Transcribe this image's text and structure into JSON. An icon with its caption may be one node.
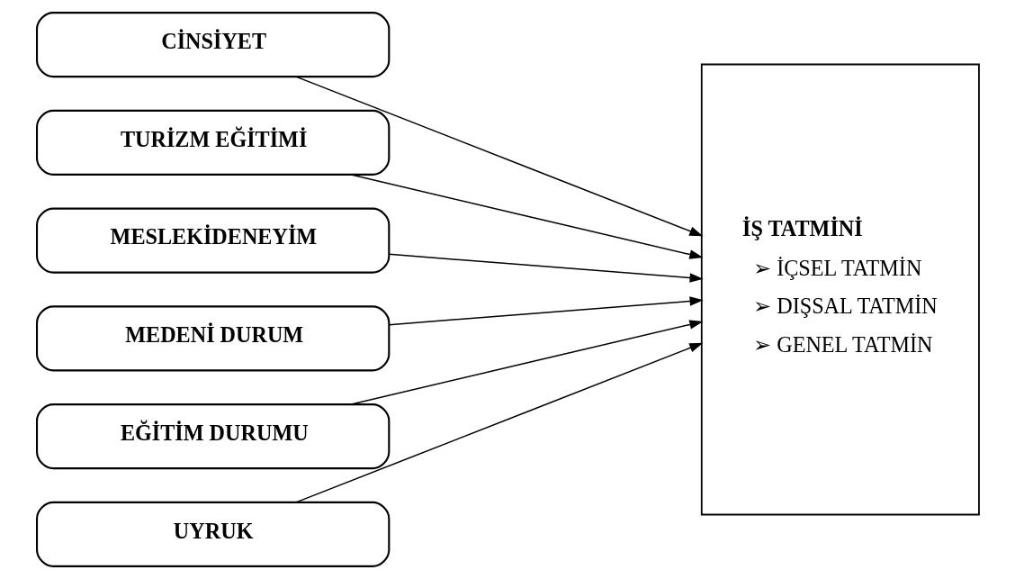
{
  "diagram": {
    "nodes": [
      {
        "text": [
          "CİNSİYET"
        ]
      },
      {
        "text": [
          "TURİZM EĞİTİMİ"
        ]
      },
      {
        "text": [
          "MESLEKİDENEYİM"
        ]
      },
      {
        "text": [
          "MEDENİ DURUM"
        ]
      },
      {
        "text": [
          "EĞİTİM DURUMU"
        ]
      },
      {
        "text": [
          "UYRUK"
        ]
      },
      {
        "text": [
          "İŞ TATMİNİ",
          "➢ İÇSEL TATMİN",
          "➢ DIŞSAL TATMİN",
          "➢ GENEL TATMİN"
        ]
      }
    ],
    "edges": [
      {
        "from": 0,
        "to": 6,
        "arrow": "to"
      },
      {
        "from": 1,
        "to": 6,
        "arrow": "to"
      },
      {
        "from": 2,
        "to": 6,
        "arrow": "to"
      },
      {
        "from": 3,
        "to": 6,
        "arrow": "to"
      },
      {
        "from": 4,
        "to": 6,
        "arrow": "to"
      },
      {
        "from": 5,
        "to": 6,
        "arrow": "to"
      }
    ]
  }
}
